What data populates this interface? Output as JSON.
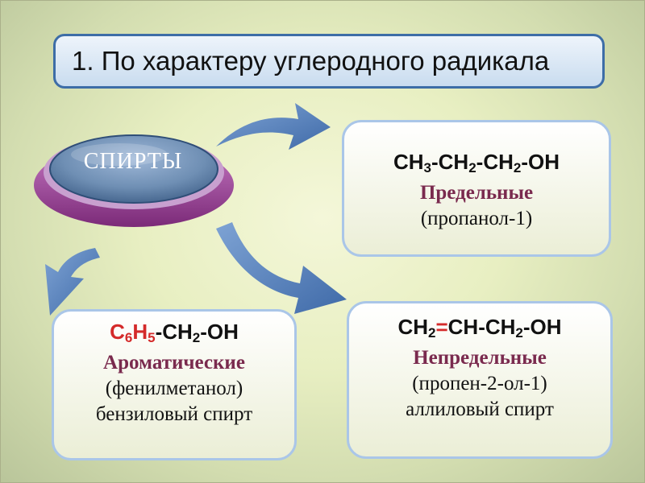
{
  "title": "1. По характеру углеродного радикала",
  "center": {
    "label": "СПИРТЫ"
  },
  "saturated": {
    "formula": {
      "p1": "CH",
      "s1": "3",
      "p2": "-CH",
      "s2": "2",
      "p3": "-CH",
      "s3": "2",
      "p4": "-OH"
    },
    "kind": "Предельные",
    "example": "(пропанол-1)"
  },
  "aromatic": {
    "formula": {
      "p1": "C",
      "s1": "6",
      "p2": "H",
      "s2": "5",
      "p3": "-CH",
      "s3": "2",
      "p4": "-OH"
    },
    "kind": "Ароматические",
    "example": "(фенилметанол)",
    "common_name": "бензиловый спирт"
  },
  "unsaturated": {
    "formula": {
      "p1": "CH",
      "s1": "2",
      "p2": "=",
      "p3": "CH-CH",
      "s3": "2",
      "p4": "-OH"
    },
    "kind": "Непредельные",
    "example": "(пропен-2-ол-1)",
    "common_name": "аллиловый спирт"
  },
  "colors": {
    "title_border": "#3d6da7",
    "box_border": "#aac6e8",
    "arrow": "#5b86c0",
    "kind_text": "#7a2a4e",
    "highlight_red": "#d42a2a",
    "disk_top": "#6f8fb4",
    "disk_rim": "#a0459a"
  }
}
